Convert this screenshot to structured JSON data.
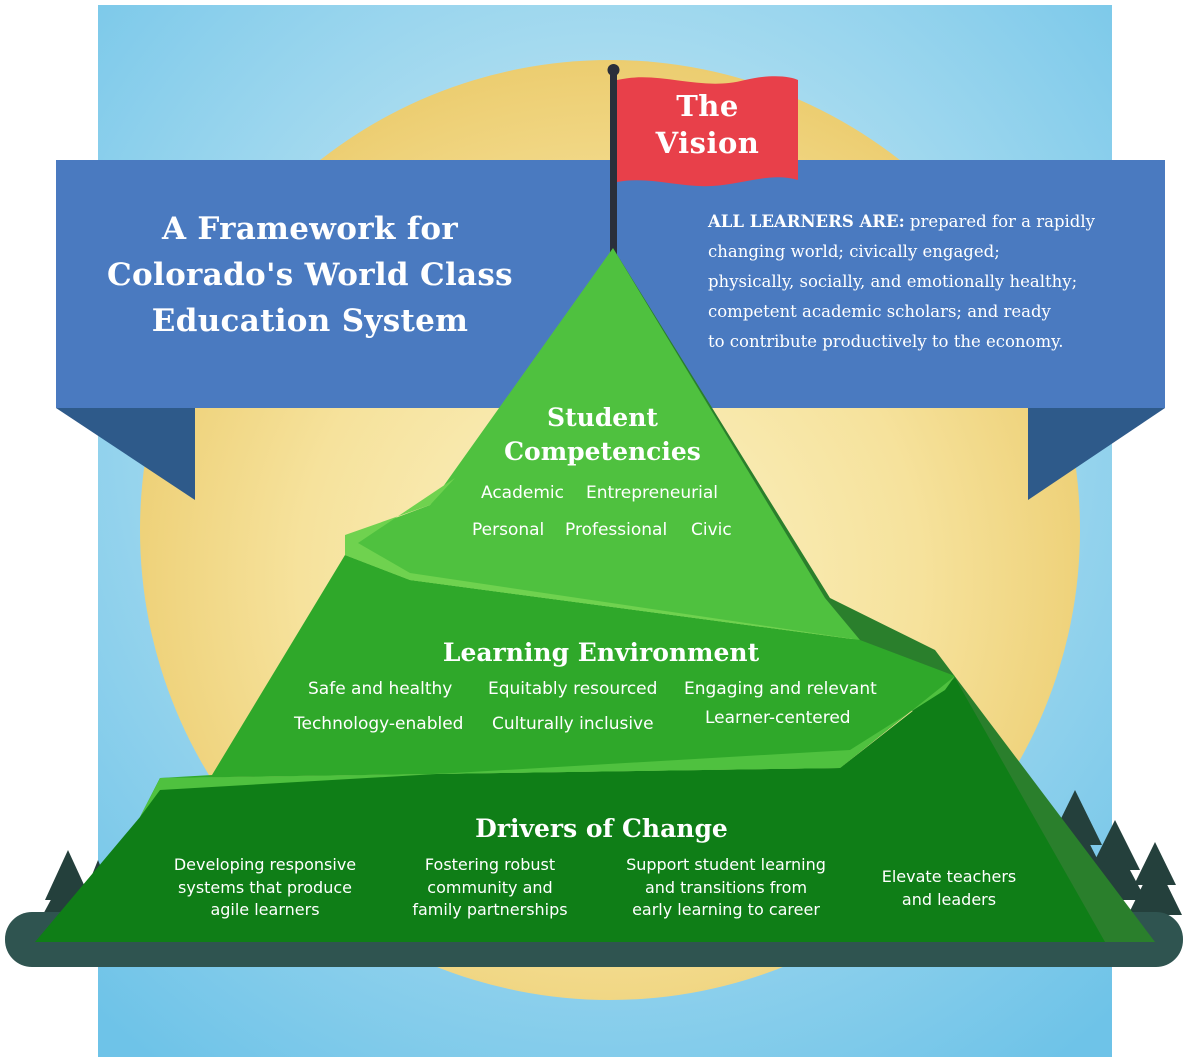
{
  "flag": {
    "line1": "The",
    "line2": "Vision"
  },
  "banner": {
    "title": [
      "A Framework for",
      "Colorado's World Class",
      "Education System"
    ],
    "vision_lead": "ALL LEARNERS ARE:",
    "vision_lines": [
      " prepared for a rapidly",
      "changing world; civically engaged;",
      "physically, socially, and emotionally healthy;",
      "competent academic scholars; and ready",
      "to contribute productively to the economy."
    ]
  },
  "tiers": {
    "competencies": {
      "heading": [
        "Student",
        "Competencies"
      ],
      "items": [
        "Academic",
        "Entrepreneurial",
        "Personal",
        "Professional",
        "Civic"
      ]
    },
    "environment": {
      "heading": "Learning Environment",
      "items": [
        "Safe and healthy",
        "Equitably resourced",
        "Engaging and relevant",
        "Technology-enabled",
        "Culturally inclusive",
        "Learner-centered"
      ]
    },
    "drivers": {
      "heading": "Drivers of Change",
      "items": [
        [
          "Developing responsive",
          "systems that produce",
          "agile learners"
        ],
        [
          "Fostering robust",
          "community and",
          "family partnerships"
        ],
        [
          "Support student learning",
          "and transitions from",
          "early learning to career"
        ],
        [
          "Elevate teachers",
          "and leaders"
        ]
      ]
    }
  },
  "colors": {
    "sky": "#6ec3e8",
    "sun": "#f3d98a",
    "banner": "#4a7ac0",
    "banner_fold": "#2e5a8a",
    "flag": "#e8404a",
    "green_top": "#4fc13f",
    "green_mid": "#2fa82a",
    "green_bottom": "#0f7e17",
    "ground": "#2f5450",
    "trees": "#24403c"
  }
}
